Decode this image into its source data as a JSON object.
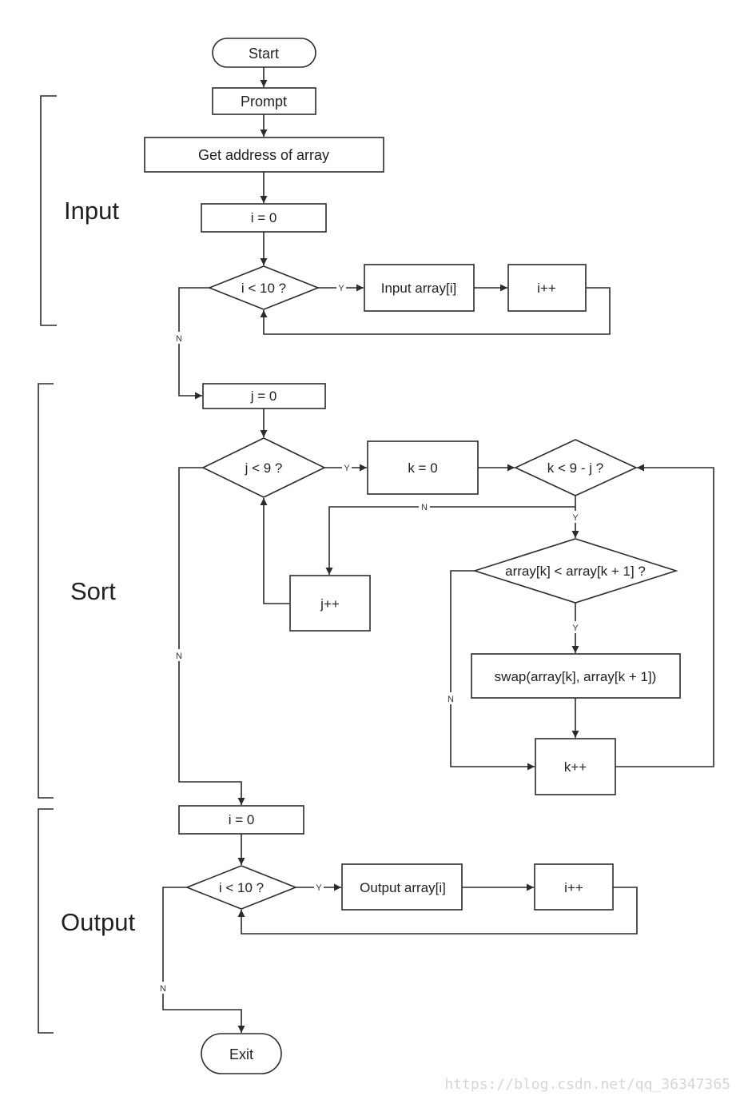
{
  "sections": {
    "input": "Input",
    "sort": "Sort",
    "output": "Output"
  },
  "nodes": {
    "start": "Start",
    "prompt": "Prompt",
    "get_address": "Get address of array",
    "i_init_1": "i = 0",
    "i_cond_1": "i < 10 ?",
    "input_array": "Input array[i]",
    "i_inc_1": "i++",
    "j_init": "j = 0",
    "j_cond": "j < 9 ?",
    "k_init": "k = 0",
    "k_cond": "k < 9 - j ?",
    "j_inc": "j++",
    "compare": "array[k] < array[k + 1] ?",
    "swap": "swap(array[k], array[k + 1])",
    "k_inc": "k++",
    "i_init_2": "i = 0",
    "i_cond_2": "i < 10 ?",
    "output_array": "Output array[i]",
    "i_inc_2": "i++",
    "exit": "Exit"
  },
  "edge_labels": {
    "i_cond_1_yes": "Y",
    "i_cond_1_no": "N",
    "j_cond_yes": "Y",
    "j_cond_no": "N",
    "k_cond_no": "N",
    "k_cond_yes": "Y",
    "compare_yes": "Y",
    "compare_no": "N",
    "i_cond_2_yes": "Y",
    "i_cond_2_no": "N"
  },
  "watermark": "https://blog.csdn.net/qq_36347365",
  "colors": {
    "stroke": "#2b2b2b",
    "text": "#222222",
    "background": "#ffffff",
    "watermark": "#d6d6d6"
  }
}
